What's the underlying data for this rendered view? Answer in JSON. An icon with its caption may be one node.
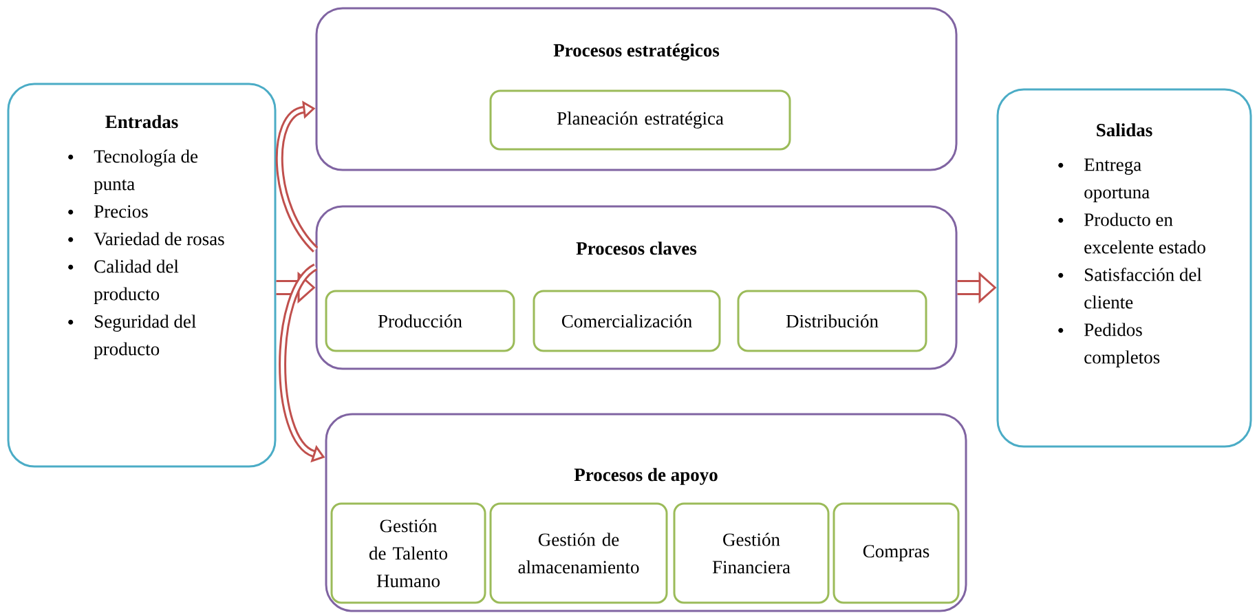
{
  "diagram": {
    "nodes": [
      {
        "text": [
          "Entradas",
          "Tecnología de punta",
          "Precios",
          "Variedad de rosas",
          "Calidad del producto",
          "Seguridad del producto"
        ]
      },
      {
        "text": [
          "Procesos estratégicos"
        ]
      },
      {
        "text": [
          "Planeación estratégica"
        ],
        "in": 1
      },
      {
        "text": [
          "Procesos claves"
        ]
      },
      {
        "text": [
          "Producción"
        ],
        "in": 3
      },
      {
        "text": [
          "Comercialización"
        ],
        "in": 3
      },
      {
        "text": [
          "Distribución"
        ],
        "in": 3
      },
      {
        "text": [
          "Procesos de apoyo"
        ]
      },
      {
        "text": [
          "Gestión de Talento Humano"
        ],
        "in": 7
      },
      {
        "text": [
          "Gestión de almacenamiento"
        ],
        "in": 7
      },
      {
        "text": [
          "Gestión Financiera"
        ],
        "in": 7
      },
      {
        "text": [
          "Compras"
        ],
        "in": 7
      },
      {
        "text": [
          "Salidas",
          "Entrega oportuna",
          "Producto en excelente estado",
          "Satisfacción del cliente",
          "Pedidos completos"
        ]
      }
    ],
    "edges": [
      {
        "from": 0,
        "to": 3,
        "arrow": "to",
        "style": "thick"
      },
      {
        "from": 3,
        "to": 12,
        "arrow": "to",
        "style": "thick"
      },
      {
        "from": 3,
        "to": 1,
        "arrow": "to"
      },
      {
        "from": 3,
        "to": 7,
        "arrow": "to"
      }
    ]
  }
}
